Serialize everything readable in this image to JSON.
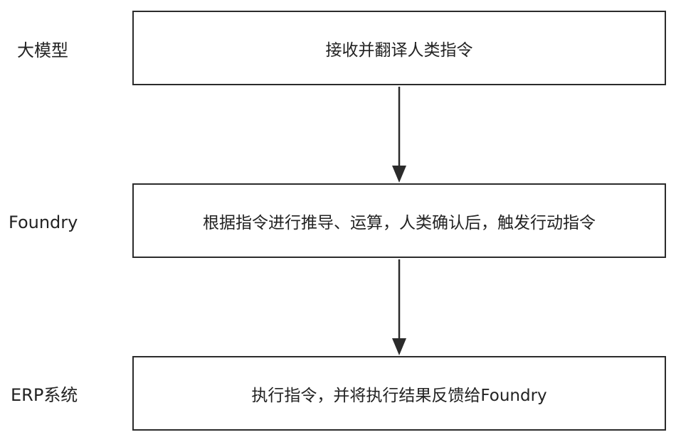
{
  "rows": [
    {
      "label": "大模型",
      "box_text": "接收并翻译人类指令"
    },
    {
      "label": "Foundry",
      "box_text": "根据指令进行推导、运算，人类确认后，触发行动指令"
    },
    {
      "label": "ERP系统",
      "box_text": "执行指令，并将执行结果反馈给Foundry"
    }
  ],
  "colors": {
    "stroke": "#2b2b2b",
    "text": "#222222",
    "background": "#ffffff"
  }
}
